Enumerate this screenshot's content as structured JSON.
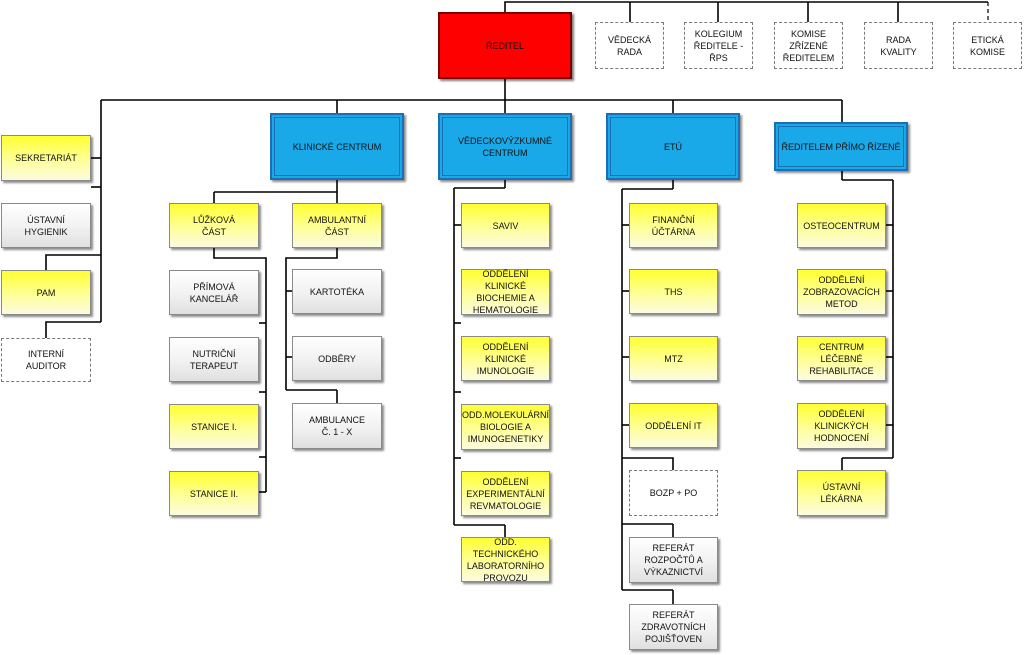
{
  "director": {
    "label": "ŘEDITEL"
  },
  "advisory": [
    {
      "id": "vedecka-rada",
      "label": "VĚDECKÁ\nRADA"
    },
    {
      "id": "kolegium",
      "label": "KOLEGIUM\nŘEDITELE -\nŘPS"
    },
    {
      "id": "komise",
      "label": "KOMISE\nZŘÍZENÉ\nŘEDITELEM"
    },
    {
      "id": "rada-kvality",
      "label": "RADA\nKVALITY"
    },
    {
      "id": "eticka-komise",
      "label": "ETICKÁ\nKOMISE"
    }
  ],
  "staff": [
    {
      "id": "sekretariat",
      "label": "SEKRETARIÁT"
    },
    {
      "id": "ustavni-hygienik",
      "label": "ÚSTAVNÍ\nHYGIENIK"
    },
    {
      "id": "pam",
      "label": "PAM"
    },
    {
      "id": "interni-auditor",
      "label": "INTERNÍ\nAUDITOR"
    }
  ],
  "centers": [
    {
      "id": "klinicke-centrum",
      "label": "KLINICKÉ CENTRUM"
    },
    {
      "id": "vedeckovyzkumne-centrum",
      "label": "VĚDECKOVÝZKUMNÉ\nCENTRUM"
    },
    {
      "id": "etu",
      "label": "ETÚ"
    },
    {
      "id": "reditelem-primo-rizene",
      "label": "ŘEDITELEM  PŘÍMO ŘÍZENÉ"
    }
  ],
  "klinicke": {
    "luzkova": {
      "label": "LŮŽKOVÁ\nČÁST"
    },
    "luzkova_items": [
      {
        "id": "primova-kancelar",
        "label": "PŘÍMOVÁ\nKANCELÁŘ"
      },
      {
        "id": "nutricni-terapeut",
        "label": "NUTRIČNÍ\nTERAPEUT"
      },
      {
        "id": "stanice-1",
        "label": "STANICE I."
      },
      {
        "id": "stanice-2",
        "label": "STANICE II."
      }
    ],
    "ambulantni": {
      "label": "AMBULANTNÍ\nČÁST"
    },
    "ambulantni_items": [
      {
        "id": "kartoteka",
        "label": "KARTOTÉKA"
      },
      {
        "id": "odbery",
        "label": "ODBĚRY"
      },
      {
        "id": "ambulance",
        "label": "AMBULANCE\nČ. 1 - X"
      }
    ]
  },
  "vedecke_items": [
    {
      "id": "saviv",
      "label": "SAVIV"
    },
    {
      "id": "oddeleni-klinicke-biochemie",
      "label": "ODDĚLENÍ KLINICKÉ\nBIOCHEMIE A\nHEMATOLOGIE"
    },
    {
      "id": "oddeleni-klinicke-imunologie",
      "label": "ODDĚLENÍ KLINICKÉ\nIMUNOLOGIE"
    },
    {
      "id": "odd-molekularni-biologie",
      "label": "ODD.MOLEKULÁRNÍ\nBIOLOGIE A\nIMUNOGENETIKY"
    },
    {
      "id": "oddeleni-experimentalni-revmatologie",
      "label": "ODDĚLENÍ\nEXPERIMENTÁLNÍ\nREVMATOLOGIE"
    },
    {
      "id": "odd-technickeho-provozu",
      "label": "ODD. TECHNICKÉHO\nLABORATORNÍHO\nPROVOZU"
    }
  ],
  "etu_items": [
    {
      "id": "financni-uctarna",
      "label": "FINANČNÍ\nÚČTÁRNA"
    },
    {
      "id": "ths",
      "label": "THS"
    },
    {
      "id": "mtz",
      "label": "MTZ"
    },
    {
      "id": "oddeleni-it",
      "label": "ODDĚLENÍ IT"
    },
    {
      "id": "bozp-po",
      "label": "BOZP + PO"
    },
    {
      "id": "referat-rozpoctu",
      "label": "REFERÁT\nROZPOČTŮ A\nVÝKAZNICTVÍ"
    },
    {
      "id": "referat-pojistoven",
      "label": "REFERÁT\nZDRAVOTNÍCH\nPOJIŠŤOVEN"
    }
  ],
  "primo_items": [
    {
      "id": "osteocentrum",
      "label": "OSTEOCENTRUM"
    },
    {
      "id": "oddeleni-zobrazovacich-metod",
      "label": "ODDĚLENÍ\nZOBRAZOVACÍCH\nMETOD"
    },
    {
      "id": "centrum-lecebne-rehabilitace",
      "label": "CENTRUM LÉČEBNÉ\nREHABILITACE"
    },
    {
      "id": "oddeleni-klinickych-hodnoceni",
      "label": "ODDĚLENÍ\nKLINICKÝCH\nHODNOCENÍ"
    },
    {
      "id": "ustavni-lekarna",
      "label": "ÚSTAVNÍ\nLÉKÁRNA"
    }
  ],
  "colors": {
    "director": "#ff0000",
    "center": "#1aa9e8",
    "unit": "#ffff30",
    "line": "#000000"
  }
}
